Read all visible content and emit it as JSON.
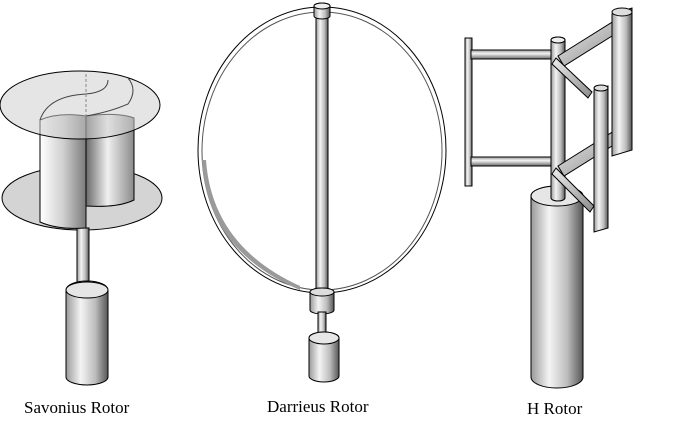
{
  "labels": {
    "savonius": "Savonius Rotor",
    "darrieus": "Darrieus Rotor",
    "h_rotor": "H Rotor"
  },
  "colors": {
    "outline": "#000000",
    "metal_light": "#ffffff",
    "metal_mid": "#c8c8c8",
    "metal_dark": "#6e6e6e",
    "disc_fill": "#d6d6d6"
  }
}
